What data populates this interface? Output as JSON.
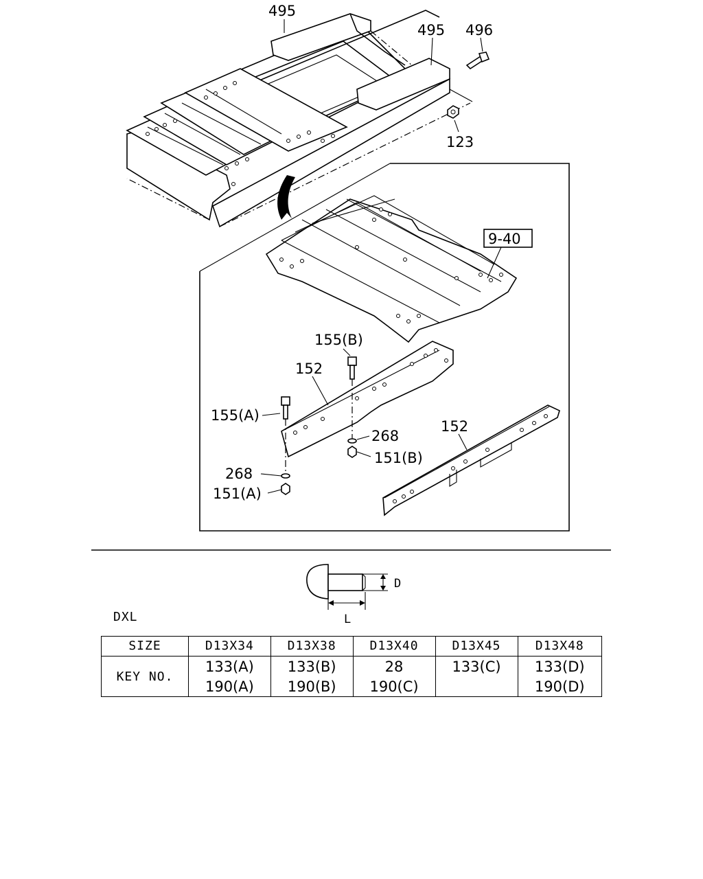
{
  "callouts": {
    "c495a": "495",
    "c495b": "495",
    "c496": "496",
    "c123": "123",
    "ref": "9-40",
    "c155b": "155(B)",
    "c152a": "152",
    "c155a": "155(A)",
    "c268a": "268",
    "c151b": "151(B)",
    "c268b": "268",
    "c151a": "151(A)",
    "c152b": "152"
  },
  "rivet": {
    "dim_d": "D",
    "dim_l": "L"
  },
  "variant": "DXL",
  "table": {
    "size_header": "SIZE",
    "key_header": "KEY NO.",
    "columns": [
      {
        "size": "D13X34",
        "key1": "133(A)",
        "key2": "190(A)"
      },
      {
        "size": "D13X38",
        "key1": "133(B)",
        "key2": "190(B)"
      },
      {
        "size": "D13X40",
        "key1": "28",
        "key2": "190(C)"
      },
      {
        "size": "D13X45",
        "key1": "133(C)",
        "key2": ""
      },
      {
        "size": "D13X48",
        "key1": "133(D)",
        "key2": "190(D)"
      }
    ]
  }
}
